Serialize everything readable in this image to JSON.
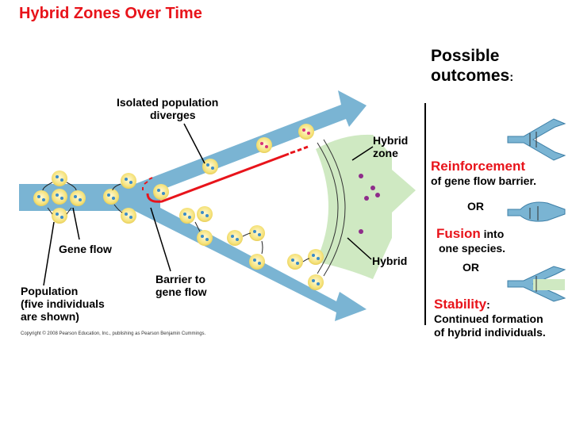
{
  "title": "Hybrid Zones Over Time",
  "labels": {
    "isolated_line1": "Isolated population",
    "isolated_line2": "diverges",
    "hybrid_zone_line1": "Hybrid",
    "hybrid_zone_line2": "zone",
    "gene_flow": "Gene flow",
    "hybrid": "Hybrid",
    "population_line1": "Population",
    "population_line2": "(five individuals",
    "population_line3": "are shown)",
    "barrier_line1": "Barrier to",
    "barrier_line2": "gene flow"
  },
  "outcomes": {
    "heading_line1": "Possible",
    "heading_line2": "outcomes",
    "heading_colon": ":",
    "or_label": "OR",
    "reinforcement": {
      "name": "Reinforcement",
      "desc": "of gene flow barrier."
    },
    "fusion": {
      "name": "Fusion",
      "desc_inline": " into",
      "desc": "one species."
    },
    "stability": {
      "name": "Stability",
      "colon": ":",
      "desc_line1": "Continued formation",
      "desc_line2": "of hybrid individuals."
    }
  },
  "copyright": "Copyright © 2008 Pearson Education, Inc., publishing as Pearson Benjamin Cummings.",
  "colors": {
    "title_red": "#e8141b",
    "arrow_blue": "#7ab4d3",
    "hybrid_green": "#cfe9c2",
    "barrier_red": "#e8141b",
    "individual_yellow": "#f5e27a",
    "allele_blue": "#3b8cc9",
    "allele_pink": "#d8327a",
    "hybrid_purple": "#8e2c8a"
  }
}
